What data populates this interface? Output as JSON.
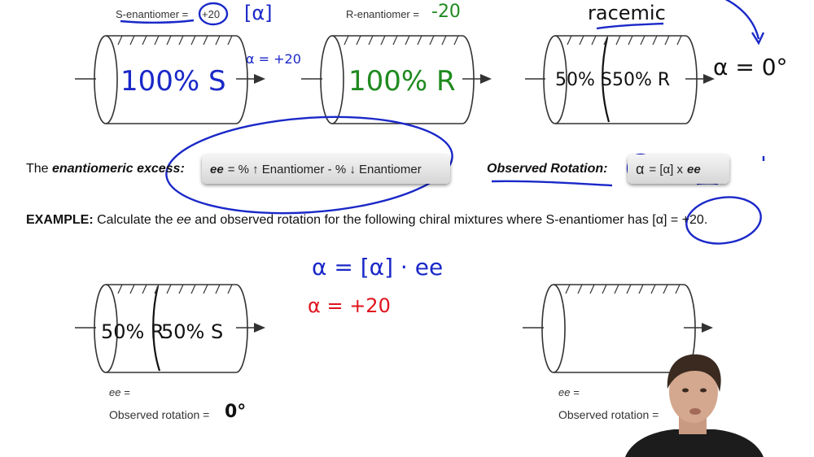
{
  "top": {
    "s_enantiomer_label": "S-enantiomer =",
    "s_enantiomer_value": "+20",
    "s_enantiomer_note": "[α]",
    "r_enantiomer_label": "R-enantiomer =",
    "r_enantiomer_value": "-20",
    "racemic_note": "racemic",
    "tube1_text": "100% S",
    "tube1_alpha": "α = +20",
    "tube2_text": "100% R",
    "tube3_left": "50% S",
    "tube3_right": "50% R",
    "tube3_alpha": "α = 0°"
  },
  "formulas": {
    "ee_lead": "The",
    "ee_term": "enantiomeric excess:",
    "ee_formula_var": "ee",
    "ee_formula_rest": "= % ↑ Enantiomer - % ↓ Enantiomer",
    "obs_label": "Observed Rotation:",
    "obs_alpha": "α",
    "obs_formula_rest": "= [α] x",
    "obs_formula_ee": "ee"
  },
  "example": {
    "label": "EXAMPLE:",
    "text_before": "Calculate the",
    "ee": "ee",
    "text_after": "and observed rotation for the following chiral mixtures where S-enantiomer has",
    "value": "[α] = +20."
  },
  "work": {
    "formula": "α = [α] · ee",
    "result": "α = +20"
  },
  "bottom_left": {
    "tube_left": "50% R",
    "tube_right": "50% S",
    "ee_label": "ee =",
    "obs_label": "Observed rotation =",
    "obs_value": "0°"
  },
  "bottom_right": {
    "ee_label": "ee =",
    "obs_label": "Observed rotation ="
  }
}
